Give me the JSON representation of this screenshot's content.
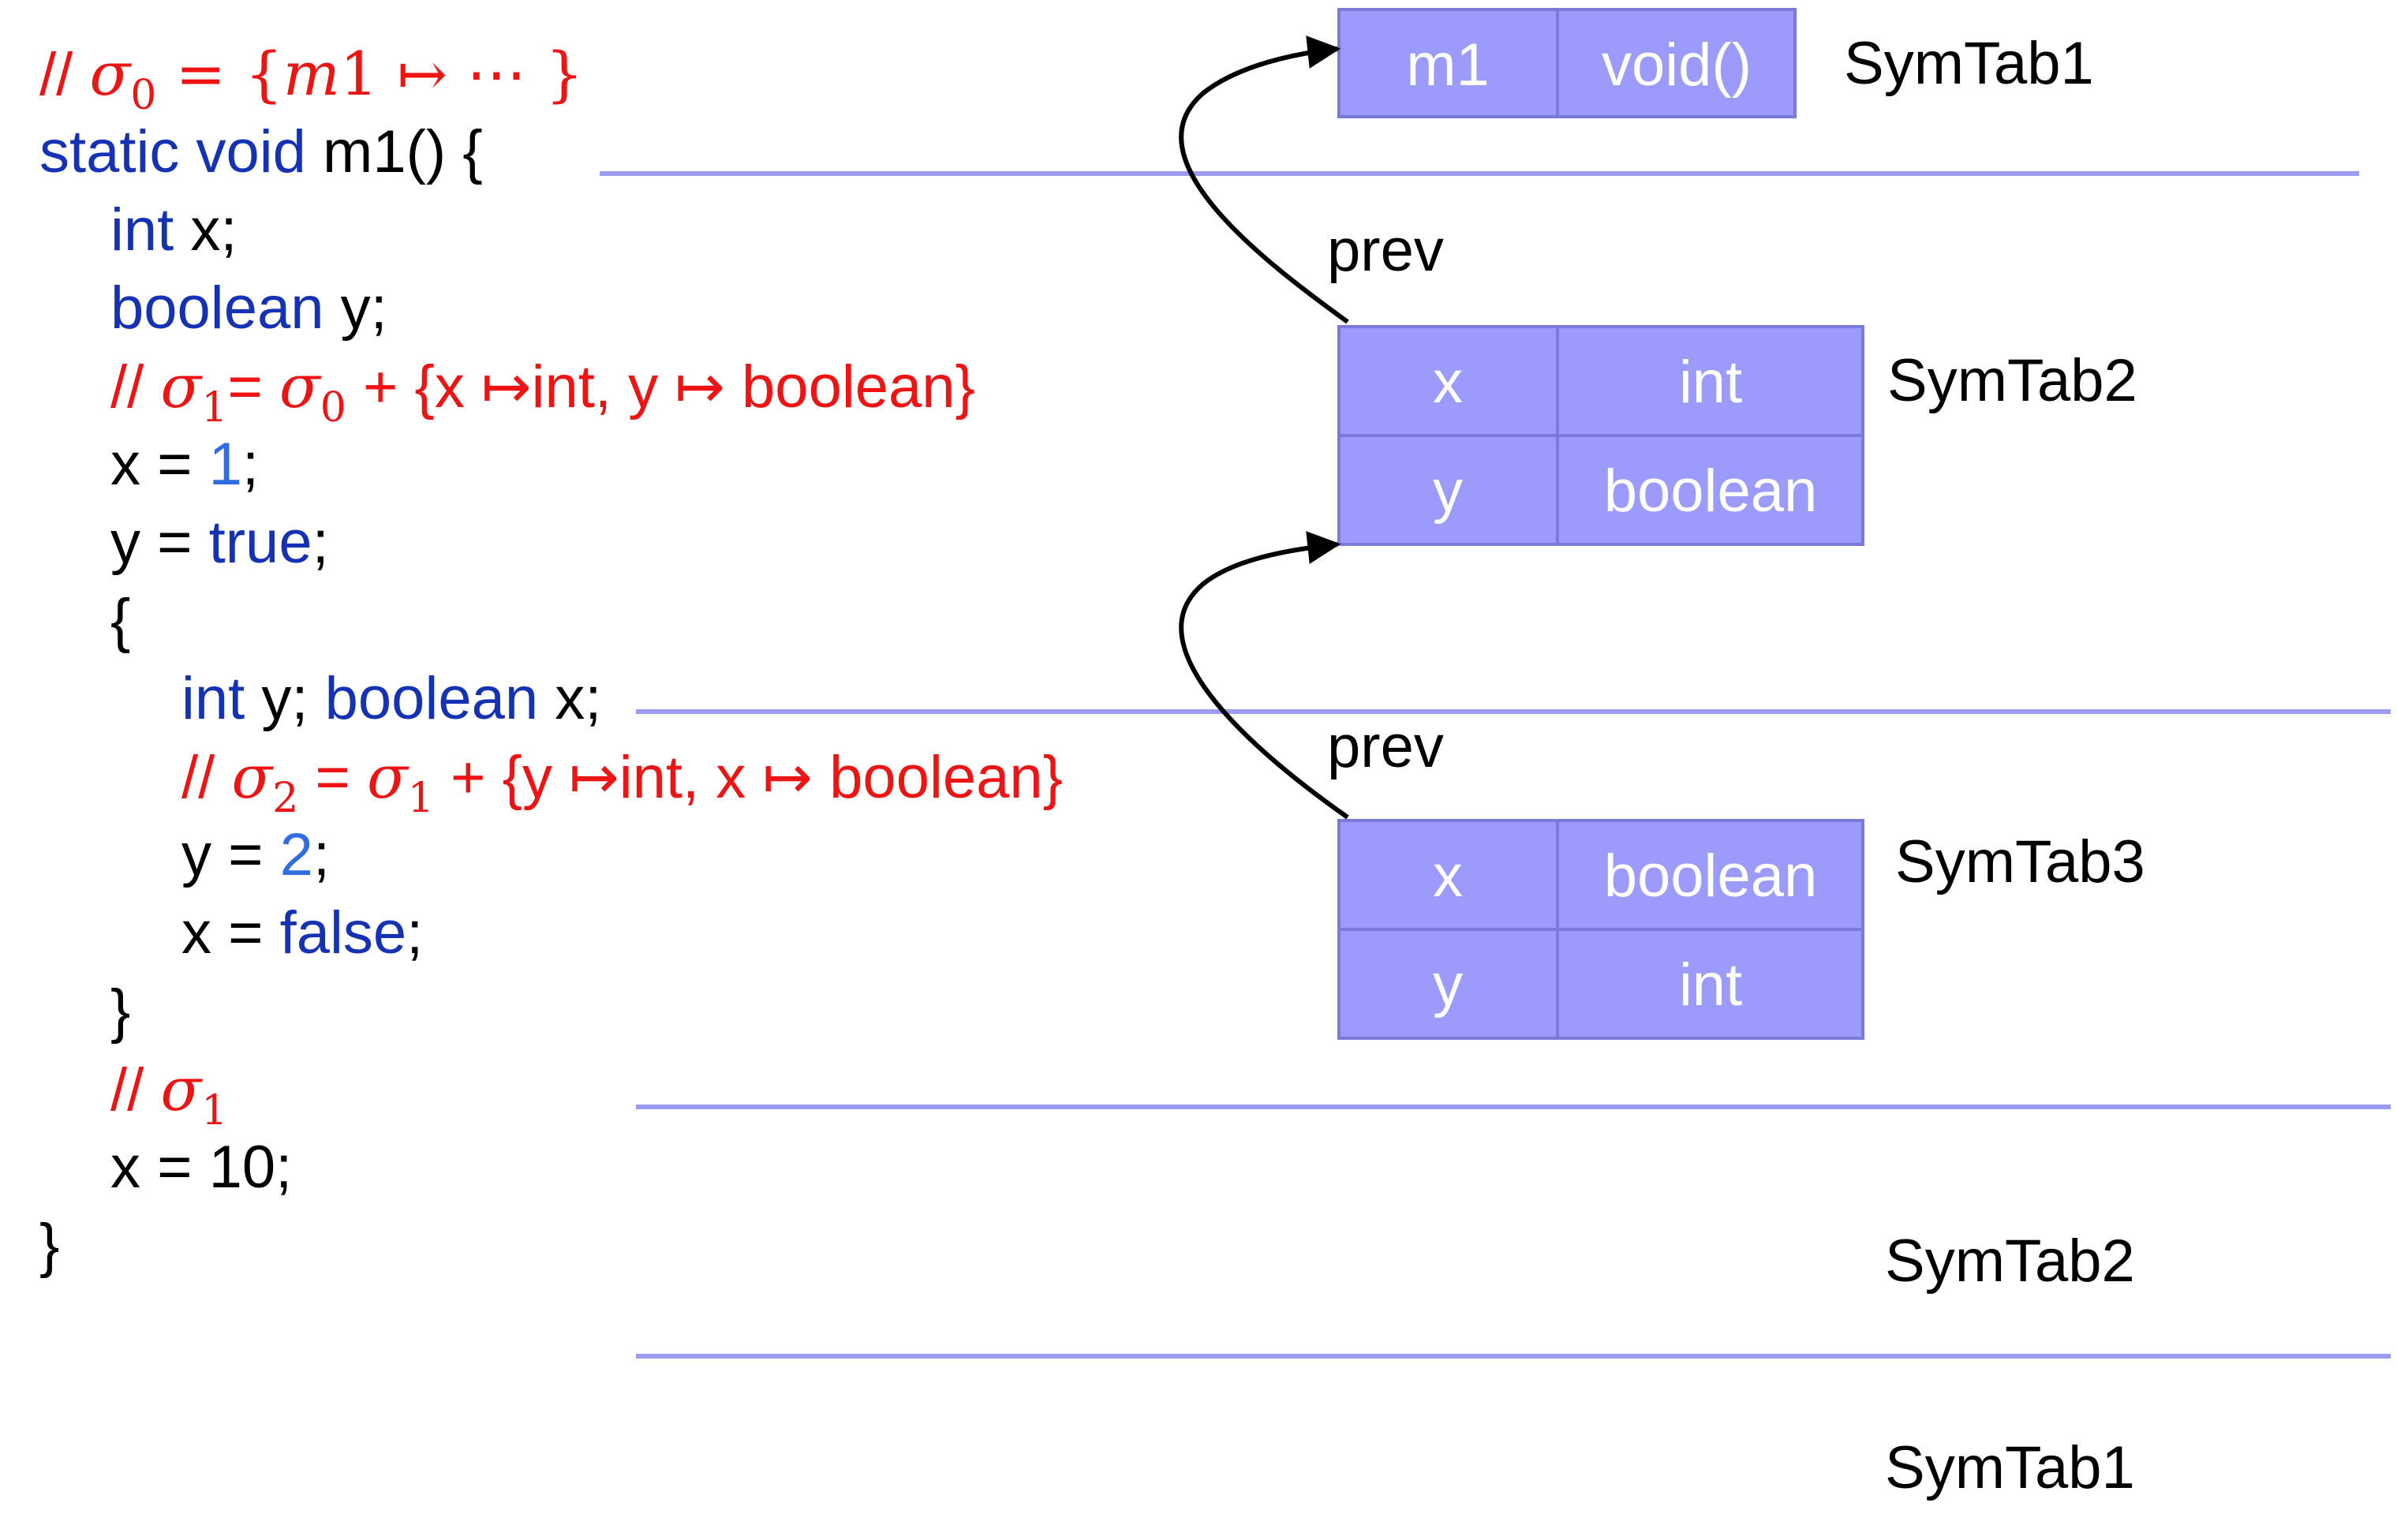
{
  "code_lines": [
    {
      "indent": 0,
      "tokens": [
        {
          "t": "// ",
          "c": "cm"
        },
        {
          "t": "σ",
          "c": "cm mi"
        },
        {
          "t": "0",
          "c": "cm mu sub"
        },
        {
          "t": " = {",
          "c": "cm mu"
        },
        {
          "t": "m",
          "c": "cm mi"
        },
        {
          "t": "1 ↦ ⋯ }",
          "c": "cm mu"
        }
      ]
    },
    {
      "indent": 0,
      "tokens": [
        {
          "t": "static void",
          "c": "kw"
        },
        {
          "t": " m1() {",
          "c": ""
        }
      ]
    },
    {
      "indent": 1,
      "tokens": [
        {
          "t": "int",
          "c": "kw"
        },
        {
          "t": " x;",
          "c": ""
        }
      ]
    },
    {
      "indent": 1,
      "tokens": [
        {
          "t": "boolean",
          "c": "kw"
        },
        {
          "t": " y;",
          "c": ""
        }
      ]
    },
    {
      "indent": 1,
      "tokens": [
        {
          "t": "// ",
          "c": "cm"
        },
        {
          "t": "σ",
          "c": "cm mi"
        },
        {
          "t": "1",
          "c": "cm mu sub"
        },
        {
          "t": "= ",
          "c": "cm"
        },
        {
          "t": "σ",
          "c": "cm mi"
        },
        {
          "t": "0",
          "c": "cm mu sub"
        },
        {
          "t": " + {x ↦int, y ↦ boolean}",
          "c": "cm"
        }
      ]
    },
    {
      "indent": 1,
      "tokens": [
        {
          "t": "x = ",
          "c": ""
        },
        {
          "t": "1",
          "c": "num"
        },
        {
          "t": ";",
          "c": ""
        }
      ]
    },
    {
      "indent": 1,
      "tokens": [
        {
          "t": "y = ",
          "c": ""
        },
        {
          "t": "true",
          "c": "kw"
        },
        {
          "t": ";",
          "c": ""
        }
      ]
    },
    {
      "indent": 1,
      "tokens": [
        {
          "t": "{",
          "c": ""
        }
      ]
    },
    {
      "indent": 2,
      "tokens": [
        {
          "t": "int",
          "c": "kw"
        },
        {
          "t": " y; ",
          "c": ""
        },
        {
          "t": "boolean",
          "c": "kw"
        },
        {
          "t": " x;",
          "c": ""
        }
      ]
    },
    {
      "indent": 2,
      "tokens": [
        {
          "t": "// ",
          "c": "cm"
        },
        {
          "t": "σ",
          "c": "cm mi"
        },
        {
          "t": "2",
          "c": "cm mu sub"
        },
        {
          "t": " = ",
          "c": "cm"
        },
        {
          "t": "σ",
          "c": "cm mi"
        },
        {
          "t": "1",
          "c": "cm mu sub"
        },
        {
          "t": " + {y ↦int, x ↦ boolean}",
          "c": "cm"
        }
      ]
    },
    {
      "indent": 2,
      "tokens": [
        {
          "t": "y = ",
          "c": ""
        },
        {
          "t": "2",
          "c": "num"
        },
        {
          "t": ";",
          "c": ""
        }
      ]
    },
    {
      "indent": 2,
      "tokens": [
        {
          "t": "x = ",
          "c": ""
        },
        {
          "t": "false",
          "c": "kw"
        },
        {
          "t": ";",
          "c": ""
        }
      ]
    },
    {
      "indent": 1,
      "tokens": [
        {
          "t": "}",
          "c": ""
        }
      ]
    },
    {
      "indent": 1,
      "tokens": [
        {
          "t": "// ",
          "c": "cm"
        },
        {
          "t": "σ",
          "c": "cm mi"
        },
        {
          "t": "1",
          "c": "cm mu sub"
        }
      ]
    },
    {
      "indent": 1,
      "tokens": [
        {
          "t": "x = 10;",
          "c": ""
        }
      ]
    },
    {
      "indent": 0,
      "tokens": [
        {
          "t": "}",
          "c": ""
        }
      ]
    }
  ],
  "symtab1": {
    "label": "SymTab1",
    "rows": [
      {
        "name": "m1",
        "type": "void()"
      }
    ]
  },
  "symtab2": {
    "label": "SymTab2",
    "rows": [
      {
        "name": "x",
        "type": "int"
      },
      {
        "name": "y",
        "type": "boolean"
      }
    ]
  },
  "symtab3": {
    "label": "SymTab3",
    "rows": [
      {
        "name": "x",
        "type": "boolean"
      },
      {
        "name": "y",
        "type": "int"
      }
    ]
  },
  "edge_labels": {
    "prev_upper": "prev",
    "prev_lower": "prev"
  },
  "stack_labels": {
    "stack_symtab2": "SymTab2",
    "stack_symtab1": "SymTab1"
  },
  "colors": {
    "keyword": "#1532b4",
    "number": "#2f6de0",
    "comment": "#ef1414",
    "table_fill": "#9b9bfb",
    "table_border": "#7a7ad8",
    "divider": "#9b9bf0"
  }
}
